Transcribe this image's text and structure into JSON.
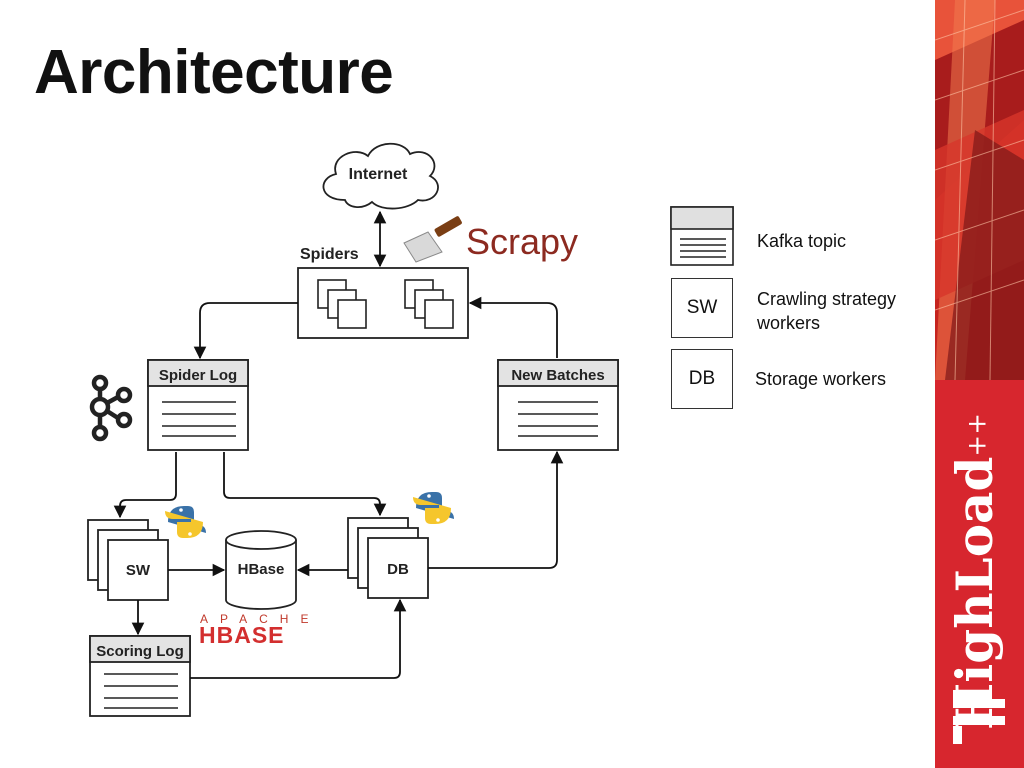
{
  "title": "Architecture",
  "diagram": {
    "internet": "Internet",
    "spiders_label": "Spiders",
    "scrapy_logo": "Scrapy",
    "spider_log": "Spider Log",
    "new_batches": "New Batches",
    "scoring_log": "Scoring Log",
    "sw": "SW",
    "db": "DB",
    "hbase": "HBase",
    "apache_hbase_logo": {
      "top": "APACHE",
      "main": "HBASE"
    }
  },
  "legend": {
    "kafka_topic": "Kafka topic",
    "sw_box": "SW",
    "sw_text": "Crawling strategy workers",
    "db_box": "DB",
    "db_text": "Storage workers"
  },
  "brand": {
    "name": "HighLoad",
    "sup": "++",
    "colors": {
      "red": "#d7262e",
      "dark_red": "#8e1c1c"
    }
  }
}
